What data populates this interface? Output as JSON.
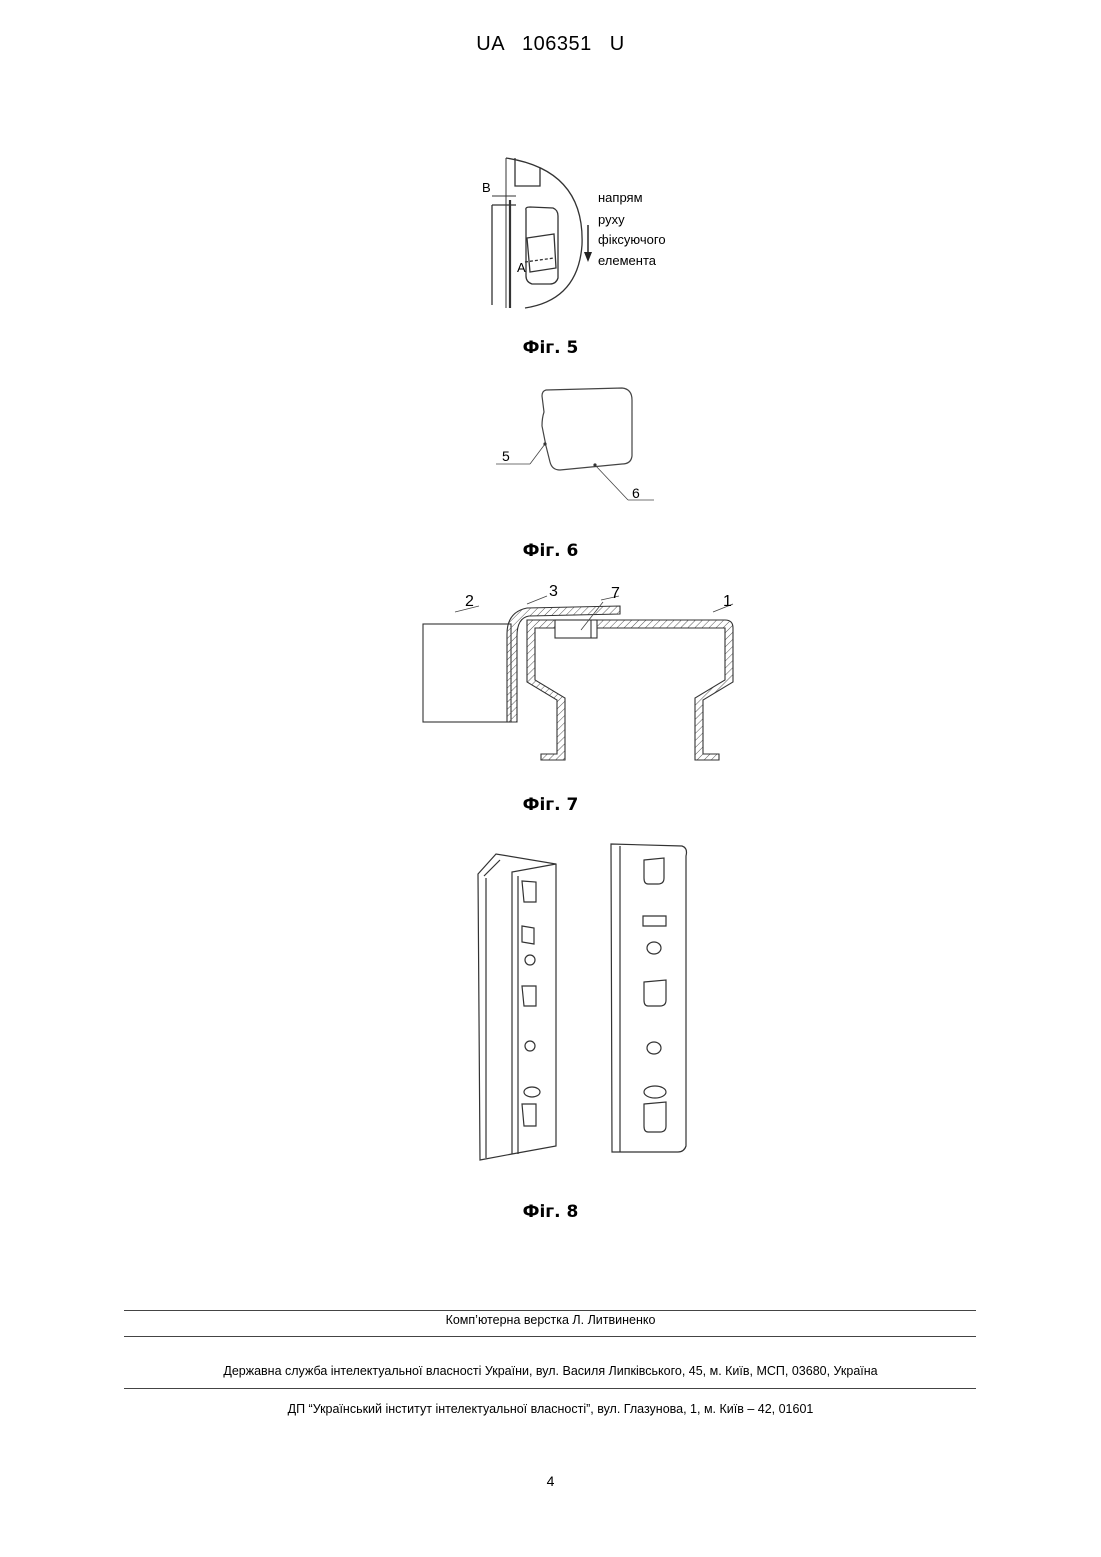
{
  "header": {
    "patent_number": "UA 106351 U"
  },
  "figures": [
    {
      "caption": "Фіг. 5",
      "labels": {
        "b": "В",
        "a": "А",
        "direction_lines": [
          "напрям",
          "руху",
          "фіксуючого",
          "елемента"
        ]
      }
    },
    {
      "caption": "Фіг. 6",
      "labels": {
        "n5": "5",
        "n6": "6"
      }
    },
    {
      "caption": "Фіг. 7",
      "labels": {
        "n1": "1",
        "n2": "2",
        "n3": "3",
        "n7": "7"
      }
    },
    {
      "caption": "Фіг. 8"
    }
  ],
  "footer": {
    "layout_credit": "Комп’ютерна верстка Л. Литвиненко",
    "agency": "Державна служба інтелектуальної власності України, вул. Василя Липківського, 45, м. Київ, МСП, 03680, Україна",
    "institute": "ДП “Український інститут інтелектуальної власності”, вул. Глазунова, 1, м. Київ – 42, 01601",
    "page_number": "4"
  }
}
